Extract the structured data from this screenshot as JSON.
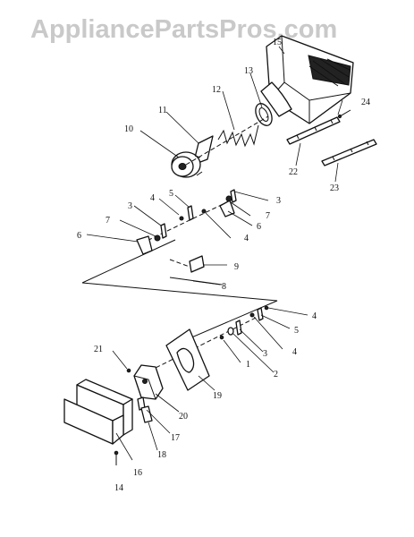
{
  "watermark": "AppliancePartsPros.com",
  "callouts": [
    {
      "id": "c1",
      "text": "1"
    },
    {
      "id": "c2",
      "text": "2"
    },
    {
      "id": "c3a",
      "text": "3"
    },
    {
      "id": "c3b",
      "text": "3"
    },
    {
      "id": "c3c",
      "text": "3"
    },
    {
      "id": "c4a",
      "text": "4"
    },
    {
      "id": "c4b",
      "text": "4"
    },
    {
      "id": "c4c",
      "text": "4"
    },
    {
      "id": "c4d",
      "text": "4"
    },
    {
      "id": "c5a",
      "text": "5"
    },
    {
      "id": "c5b",
      "text": "5"
    },
    {
      "id": "c6a",
      "text": "6"
    },
    {
      "id": "c6b",
      "text": "6"
    },
    {
      "id": "c7a",
      "text": "7"
    },
    {
      "id": "c7b",
      "text": "7"
    },
    {
      "id": "c8",
      "text": "8"
    },
    {
      "id": "c9",
      "text": "9"
    },
    {
      "id": "c10",
      "text": "10"
    },
    {
      "id": "c11",
      "text": "11"
    },
    {
      "id": "c12",
      "text": "12"
    },
    {
      "id": "c13",
      "text": "13"
    },
    {
      "id": "c14",
      "text": "14"
    },
    {
      "id": "c15",
      "text": "15"
    },
    {
      "id": "c16",
      "text": "16"
    },
    {
      "id": "c17",
      "text": "17"
    },
    {
      "id": "c18",
      "text": "18"
    },
    {
      "id": "c19",
      "text": "19"
    },
    {
      "id": "c20",
      "text": "20"
    },
    {
      "id": "c21",
      "text": "21"
    },
    {
      "id": "c22",
      "text": "22"
    },
    {
      "id": "c23",
      "text": "23"
    },
    {
      "id": "c24",
      "text": "24"
    }
  ]
}
